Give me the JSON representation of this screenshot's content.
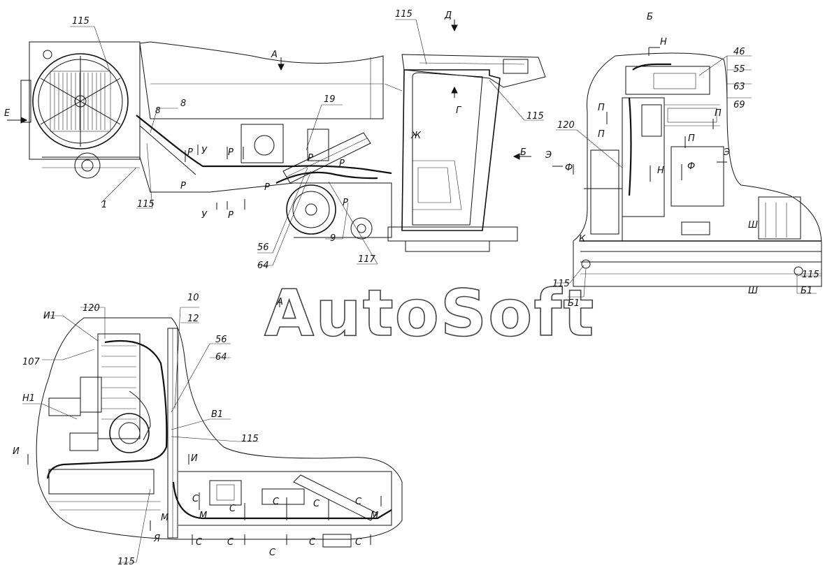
{
  "watermark": "AutoSoft",
  "view_labels": [
    "А",
    "Б",
    "В1",
    "Г",
    "Д",
    "Е",
    "Ж",
    "Н",
    "Н1",
    "П",
    "Р",
    "У",
    "Ф",
    "Э",
    "И",
    "И1",
    "К",
    "Ш",
    "Б1",
    "С",
    "М",
    "Я"
  ],
  "leaders": {
    "top_left": [
      "115",
      "8",
      "19",
      "1",
      "115",
      "56",
      "64",
      "9",
      "117",
      "115",
      "115"
    ],
    "top_right": [
      "46",
      "55",
      "63",
      "69",
      "120",
      "115",
      "115"
    ],
    "bottom_left": [
      "120",
      "107",
      "10",
      "12",
      "56",
      "64",
      "115",
      "115"
    ]
  },
  "letters": {
    "A": "А",
    "B": "Б",
    "V1": "В1",
    "G": "Г",
    "D": "Д",
    "E": "Е",
    "Zh": "Ж",
    "N": "Н",
    "N1": "Н1",
    "P": "П",
    "R": "Р",
    "U": "У",
    "F": "Ф",
    "E2": "Э",
    "I": "И",
    "I1": "И1",
    "K": "К",
    "Sh": "Ш",
    "B1": "Б1",
    "S": "С",
    "M": "М",
    "Ya": "Я"
  },
  "numbers": {
    "n1": "1",
    "n8": "8",
    "n9": "9",
    "n10": "10",
    "n12": "12",
    "n19": "19",
    "n46": "46",
    "n55": "55",
    "n56": "56",
    "n63": "63",
    "n64": "64",
    "n69": "69",
    "n107": "107",
    "n115": "115",
    "n117": "117",
    "n120": "120"
  }
}
